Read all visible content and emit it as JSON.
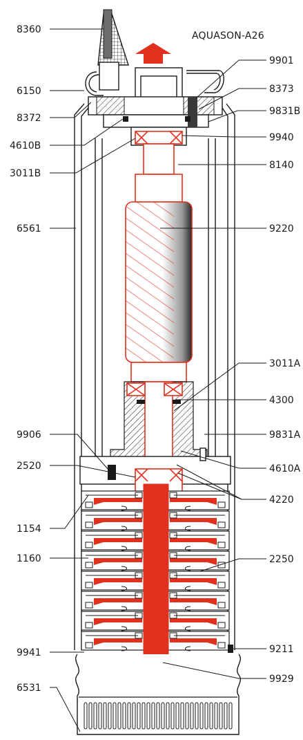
{
  "title": "AQUASON-A26",
  "colors": {
    "accent": "#e0301e",
    "line": "#1a1a1a",
    "background": "#ffffff"
  },
  "labels_left": [
    "8360",
    "6150",
    "8372",
    "4610B",
    "3011B",
    "6561",
    "9906",
    "2520",
    "1154",
    "1160",
    "9941",
    "6531"
  ],
  "labels_right": [
    "9901",
    "8373",
    "9831B",
    "9940",
    "8140",
    "9220",
    "3011A",
    "4300",
    "9831A",
    "4610A",
    "4220",
    "2250",
    "9211",
    "9929"
  ],
  "stage_count": 8
}
